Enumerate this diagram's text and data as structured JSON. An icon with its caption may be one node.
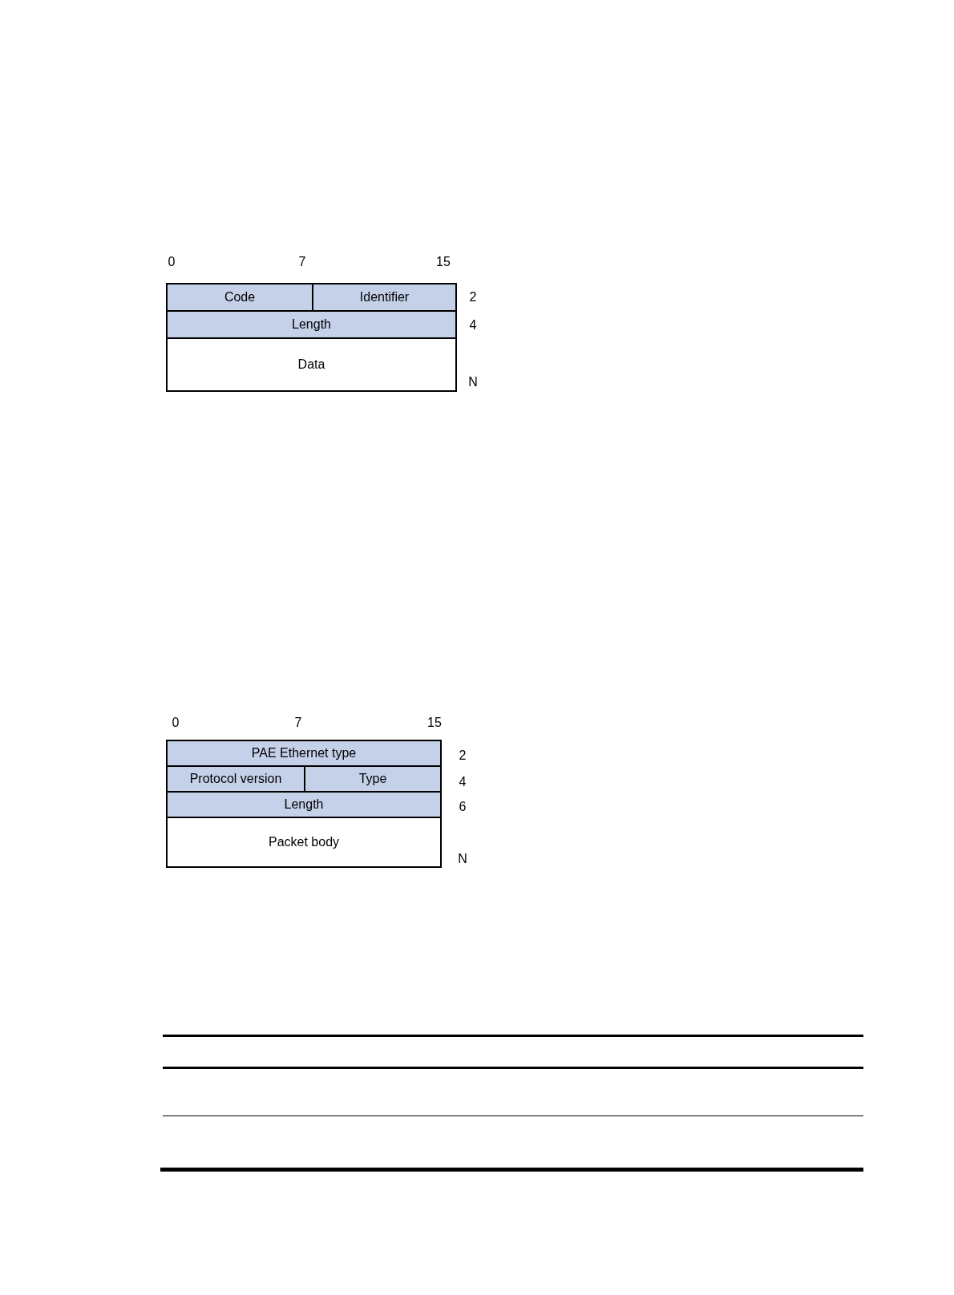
{
  "diagram": {
    "nodes": [
      {
        "text": [
          "Code"
        ]
      },
      {
        "text": [
          "Identifier"
        ]
      },
      {
        "text": [
          "Length"
        ]
      },
      {
        "text": [
          "Data"
        ]
      },
      {
        "text": [
          "PAE Ethernet type"
        ]
      },
      {
        "text": [
          "Protocol version"
        ]
      },
      {
        "text": [
          "Type"
        ]
      },
      {
        "text": [
          "Length"
        ]
      },
      {
        "text": [
          "Packet body"
        ]
      }
    ],
    "labels": [
      "0",
      "7",
      "15",
      "2",
      "4",
      "N",
      "0",
      "7",
      "15",
      "2",
      "4",
      "6",
      "N"
    ]
  }
}
